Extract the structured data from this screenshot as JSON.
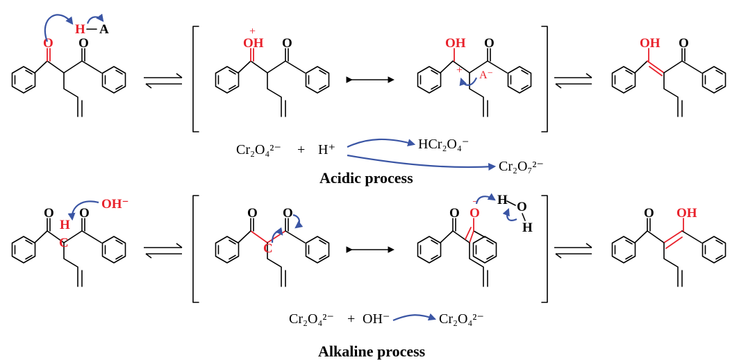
{
  "colors": {
    "accent_red": "#e8202a",
    "arrow_blue": "#3a55a4",
    "ink": "#000000"
  },
  "atoms": {
    "O": "O",
    "OH": "OH",
    "H": "H",
    "C": "C",
    "A": "A"
  },
  "charges": {
    "plus": "+",
    "minus": "−",
    "a_minus": "A⁻"
  },
  "acidic": {
    "ha_h": "H",
    "ha_a": "A",
    "eq_left_species": "Cr₂O₄²⁻",
    "plus_sign": "+",
    "proton": "H⁺",
    "product_1": "HCr₂O₄⁻",
    "product_2": "Cr₂O₇²⁻",
    "caption": "Acidic process"
  },
  "alkaline": {
    "hydroxide": "OH⁻",
    "water_h1": "H",
    "water_o": "O",
    "water_h2": "H",
    "eq_left_species": "Cr₂O₄²⁻",
    "plus_sign": "+",
    "hydroxide_reagent": "OH⁻",
    "product": "Cr₂O₄²⁻",
    "caption": "Alkaline process"
  }
}
